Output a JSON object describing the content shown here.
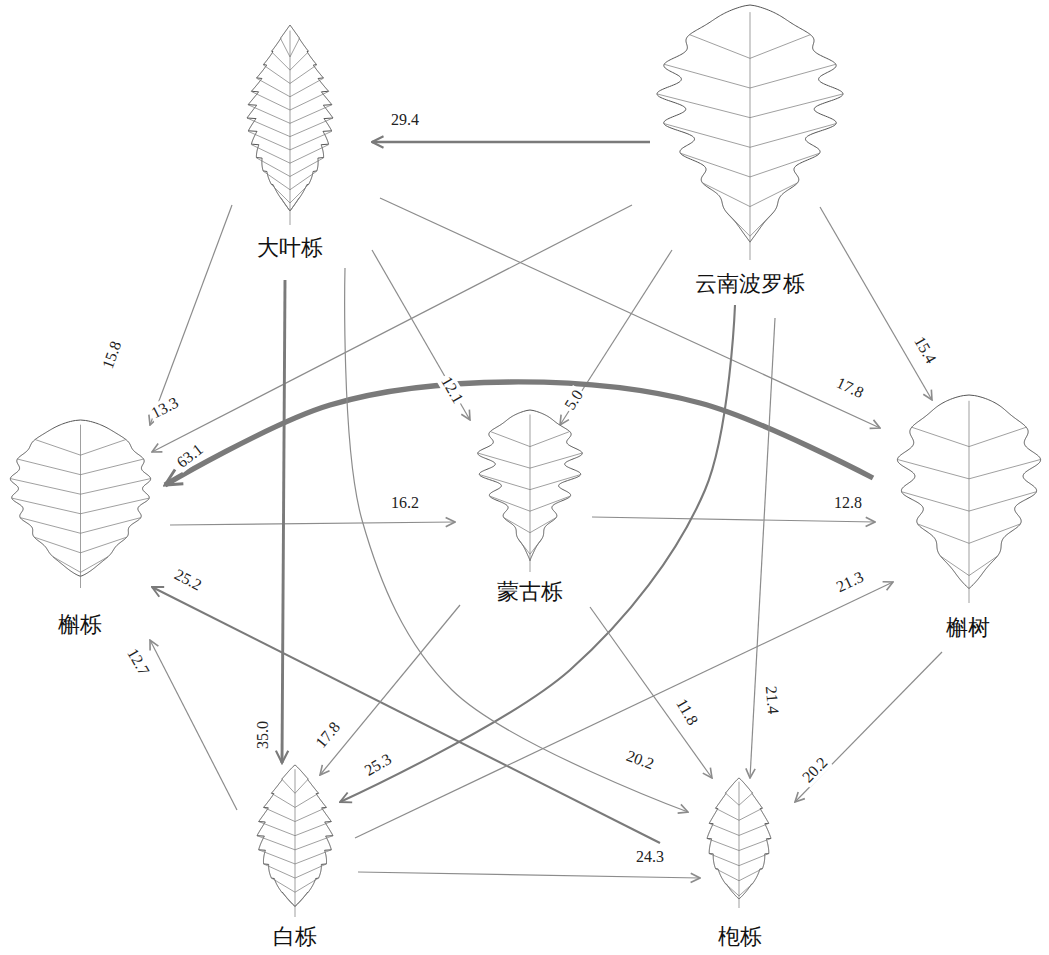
{
  "diagram": {
    "nodes": [
      {
        "text": [
          "大叶栎"
        ]
      },
      {
        "text": [
          "云南波罗栎"
        ]
      },
      {
        "text": [
          "槲栎"
        ]
      },
      {
        "text": [
          "蒙古栎"
        ]
      },
      {
        "text": [
          "槲树"
        ]
      },
      {
        "text": [
          "白栎"
        ]
      },
      {
        "text": [
          "枹栎"
        ]
      }
    ],
    "edges": [
      {
        "from": 1,
        "to": 0,
        "arrow": "to",
        "label": "29.4"
      },
      {
        "from": 0,
        "to": 2,
        "arrow": "to",
        "label": "15.8"
      },
      {
        "from": 1,
        "to": 2,
        "arrow": "to",
        "label": "13.3"
      },
      {
        "from": 0,
        "to": 3,
        "arrow": "to",
        "label": "12.1"
      },
      {
        "from": 1,
        "to": 3,
        "arrow": "to",
        "label": "5.0"
      },
      {
        "from": 0,
        "to": 4,
        "arrow": "to",
        "label": "17.8"
      },
      {
        "from": 1,
        "to": 4,
        "arrow": "to",
        "label": "15.4"
      },
      {
        "from": 4,
        "to": 2,
        "arrow": "to",
        "label": "63.1"
      },
      {
        "from": 2,
        "to": 3,
        "arrow": "to",
        "label": "16.2"
      },
      {
        "from": 3,
        "to": 4,
        "arrow": "to",
        "label": "12.8"
      },
      {
        "from": 6,
        "to": 2,
        "arrow": "to",
        "label": "25.2"
      },
      {
        "from": 5,
        "to": 2,
        "arrow": "to",
        "label": "12.7"
      },
      {
        "from": 0,
        "to": 5,
        "arrow": "to",
        "label": "35.0"
      },
      {
        "from": 3,
        "to": 5,
        "arrow": "to",
        "label": "17.8"
      },
      {
        "from": 1,
        "to": 5,
        "arrow": "to",
        "label": "25.3"
      },
      {
        "from": 5,
        "to": 4,
        "arrow": "to",
        "label": "21.3"
      },
      {
        "from": 3,
        "to": 6,
        "arrow": "to",
        "label": "11.8"
      },
      {
        "from": 0,
        "to": 6,
        "arrow": "to",
        "label": "20.2"
      },
      {
        "from": 1,
        "to": 6,
        "arrow": "to",
        "label": "21.4"
      },
      {
        "from": 4,
        "to": 6,
        "arrow": "to",
        "label": "20.2"
      },
      {
        "from": 5,
        "to": 6,
        "arrow": "to",
        "label": "24.3"
      }
    ]
  }
}
